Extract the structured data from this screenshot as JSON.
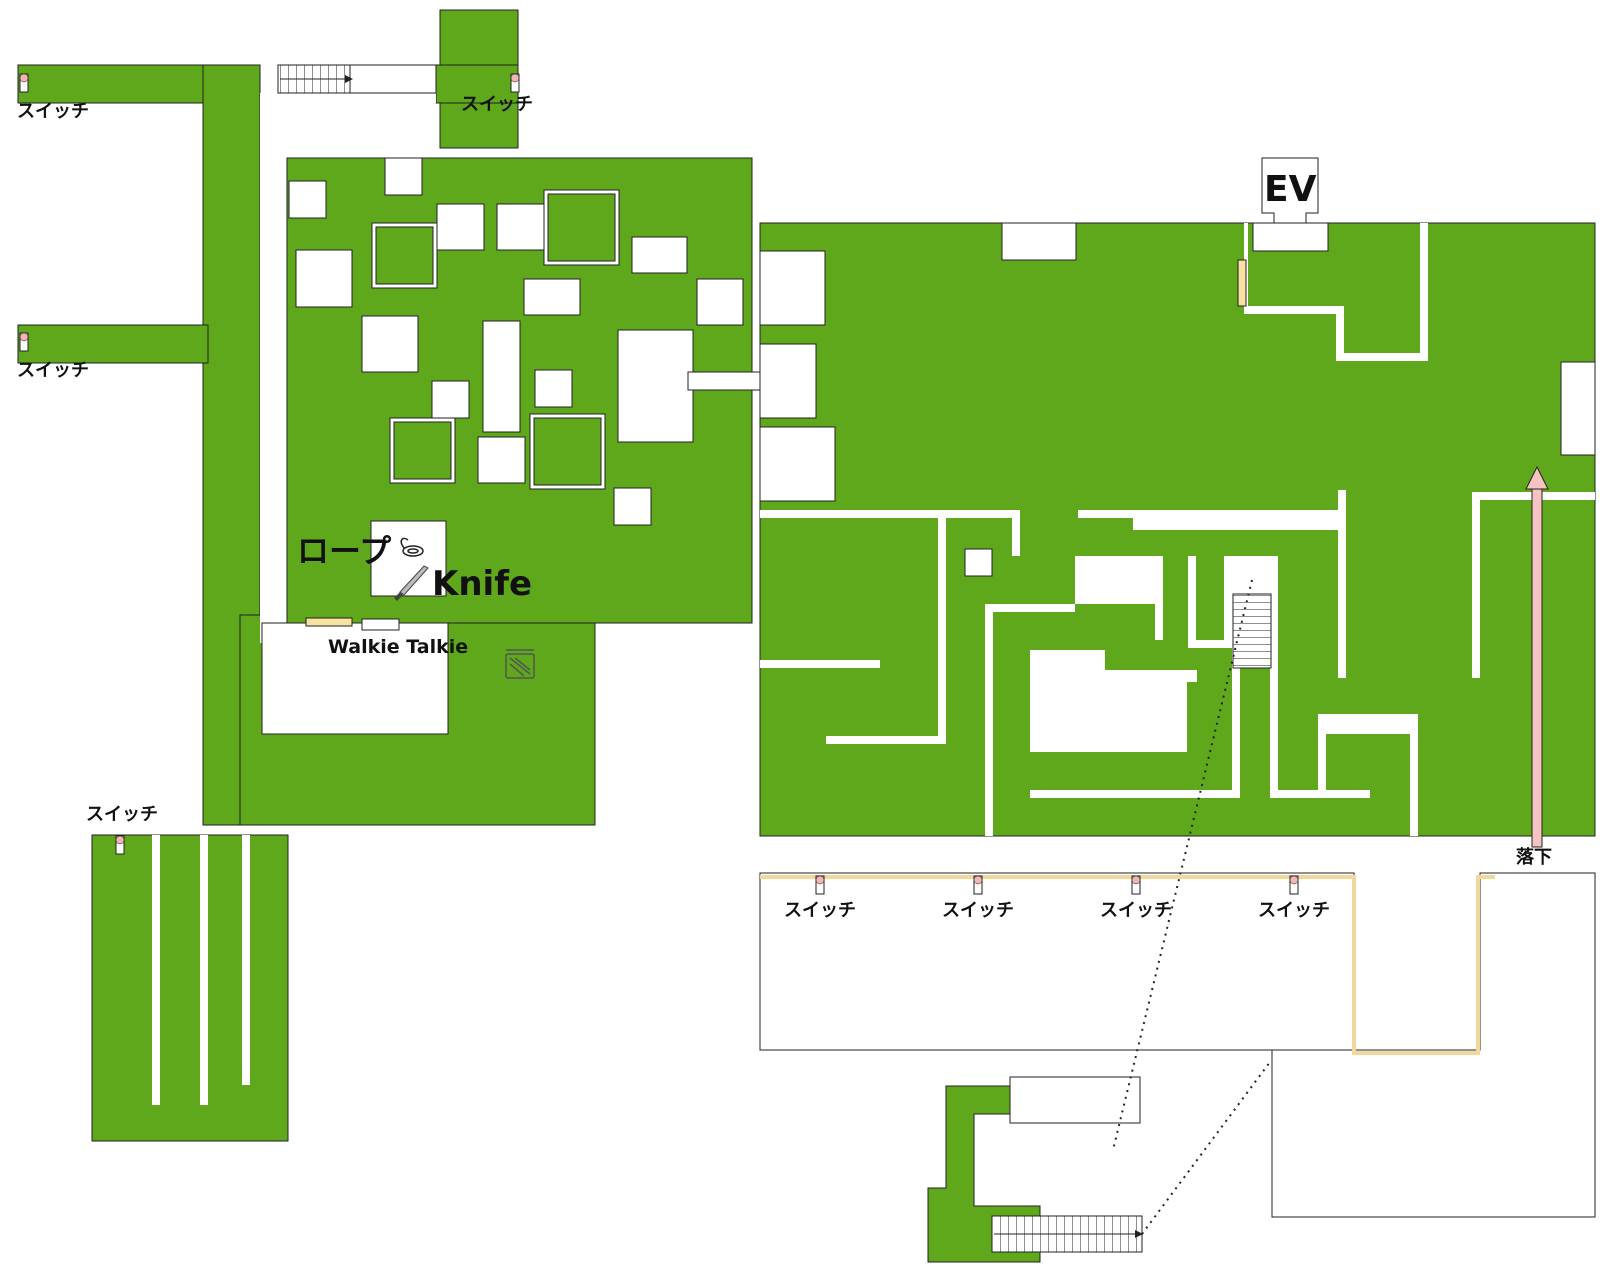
{
  "colors": {
    "floor": "#5fa81b",
    "wall": "#ffffff",
    "outline": "#222222",
    "switch_fill": "#f4b4b4",
    "door": "#f7e2a0",
    "fall_arrow": "#f6c3c3"
  },
  "labels": {
    "switch": "スイッチ",
    "ev": "EV",
    "rope": "ロープ",
    "knife": "Knife",
    "walkie_talkie": "Walkie Talkie",
    "fall": "落下"
  },
  "icons": [
    "rope-icon",
    "knife-icon",
    "walkie-talkie-icon",
    "switch-icon",
    "stairs-icon",
    "arrow-icon"
  ]
}
